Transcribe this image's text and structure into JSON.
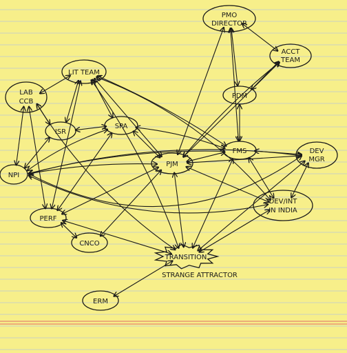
{
  "paper": {
    "background": "#f7ef8a",
    "rule_color": "#b9c9d6",
    "margin_line_color": "#e26a6a",
    "ink": "#1a1a1a"
  },
  "nodes": [
    {
      "id": "pmo",
      "lines": [
        "PMO",
        "DIRECTOR"
      ]
    },
    {
      "id": "acct",
      "lines": [
        "ACCT",
        "TEAM"
      ]
    },
    {
      "id": "lit",
      "lines": [
        "LIT TEAM"
      ]
    },
    {
      "id": "lab",
      "lines": [
        "LAB",
        "CCB"
      ]
    },
    {
      "id": "pdm",
      "lines": [
        "PDM"
      ]
    },
    {
      "id": "isr",
      "lines": [
        "ISR"
      ]
    },
    {
      "id": "spa",
      "lines": [
        "SPA"
      ]
    },
    {
      "id": "fms",
      "lines": [
        "FMS"
      ]
    },
    {
      "id": "dev",
      "lines": [
        "DEV",
        "MGR"
      ]
    },
    {
      "id": "npi",
      "lines": [
        "NPI"
      ]
    },
    {
      "id": "pjm",
      "lines": [
        "PJM"
      ]
    },
    {
      "id": "devint",
      "lines": [
        "DEV/INT",
        "IN INDIA"
      ]
    },
    {
      "id": "perf",
      "lines": [
        "PERF"
      ]
    },
    {
      "id": "cnco",
      "lines": [
        "CNCO"
      ]
    },
    {
      "id": "transition",
      "lines": [
        "TRANSITION"
      ]
    },
    {
      "id": "erm",
      "lines": [
        "ERM"
      ]
    }
  ],
  "caption": "STRANGE ATTRACTOR"
}
